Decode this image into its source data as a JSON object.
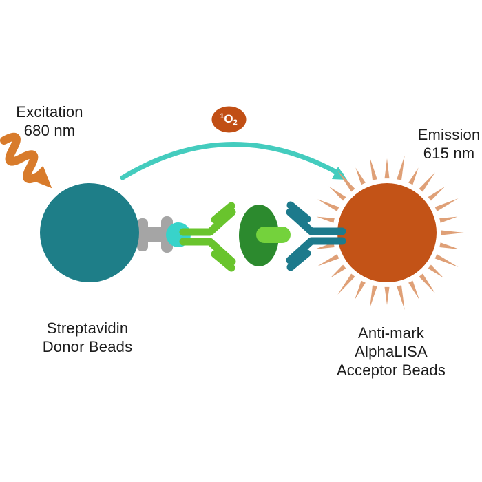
{
  "diagram": {
    "excitation": {
      "line1": "Excitation",
      "line2": "680 nm"
    },
    "emission": {
      "line1": "Emission",
      "line2": "615 nm"
    },
    "singlet_oxygen": {
      "sup": "1",
      "main": "O",
      "sub": "2"
    },
    "donor_label": {
      "line1": "Streptavidin",
      "line2": "Donor Beads"
    },
    "acceptor_label": {
      "line1": "Anti-mark",
      "line2": "AlphaLISA",
      "line3": "Acceptor Beads"
    }
  },
  "colors": {
    "text": "#1b1b1b",
    "donor_bead": "#1e7e88",
    "streptavidin": "#a5a5a5",
    "biotin": "#38d3ca",
    "antibody_green": "#69c42d",
    "analyte_green": "#2c8a2e",
    "mark_green": "#74d23c",
    "antibody_teal": "#1d7a8c",
    "acceptor_bead": "#c35317",
    "acceptor_spikes": "#dfa077",
    "energy_arrow": "#44ccbe",
    "excitation_arrow": "#d87b2b",
    "singlet_oxygen_bg": "#c14f15",
    "singlet_oxygen_text": "#ffffff"
  }
}
